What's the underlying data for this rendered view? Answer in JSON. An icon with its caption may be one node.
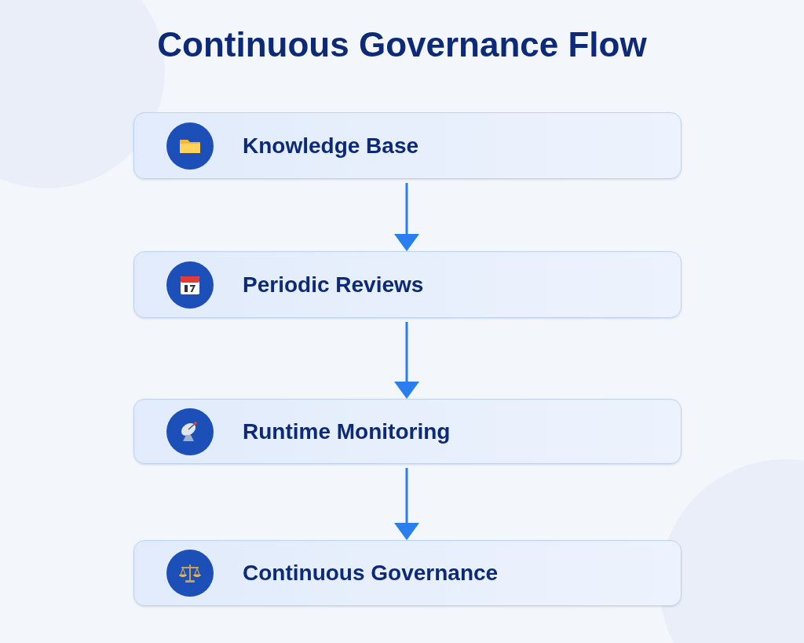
{
  "diagram": {
    "title": "Continuous Governance Flow",
    "nodes": [
      {
        "text": [
          "Knowledge Base"
        ]
      },
      {
        "text": [
          "Periodic Reviews"
        ]
      },
      {
        "text": [
          "Runtime Monitoring"
        ]
      },
      {
        "text": [
          "Continuous Governance"
        ]
      }
    ],
    "edges": [
      {
        "from": 0,
        "to": 1,
        "arrow": "to"
      },
      {
        "from": 1,
        "to": 2,
        "arrow": "to"
      },
      {
        "from": 2,
        "to": 3,
        "arrow": "to"
      }
    ]
  }
}
